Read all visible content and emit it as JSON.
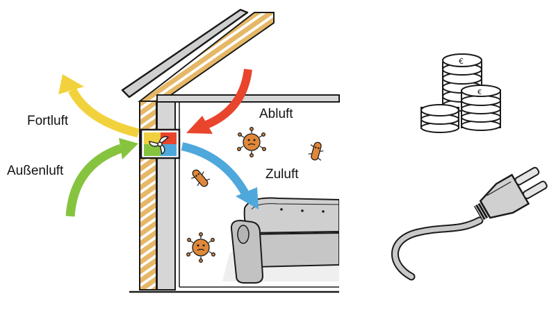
{
  "labels": {
    "fortluft": "Fortluft",
    "aussenluft": "Außenluft",
    "abluft": "Abluft",
    "zuluft": "Zuluft"
  },
  "icons": [
    "fan-icon",
    "germ-icon",
    "coin-stack-icon",
    "power-plug-icon",
    "sofa-icon"
  ],
  "colors": {
    "fortluft_arrow": "#f2d23c",
    "aussenluft_arrow": "#86c440",
    "abluft_arrow": "#e8452c",
    "zuluft_arrow": "#4ea8dc",
    "insulation": "#e0b060",
    "germ": "#e0883a",
    "wall": "#d4d4d4",
    "outline": "#1a1a1a"
  }
}
